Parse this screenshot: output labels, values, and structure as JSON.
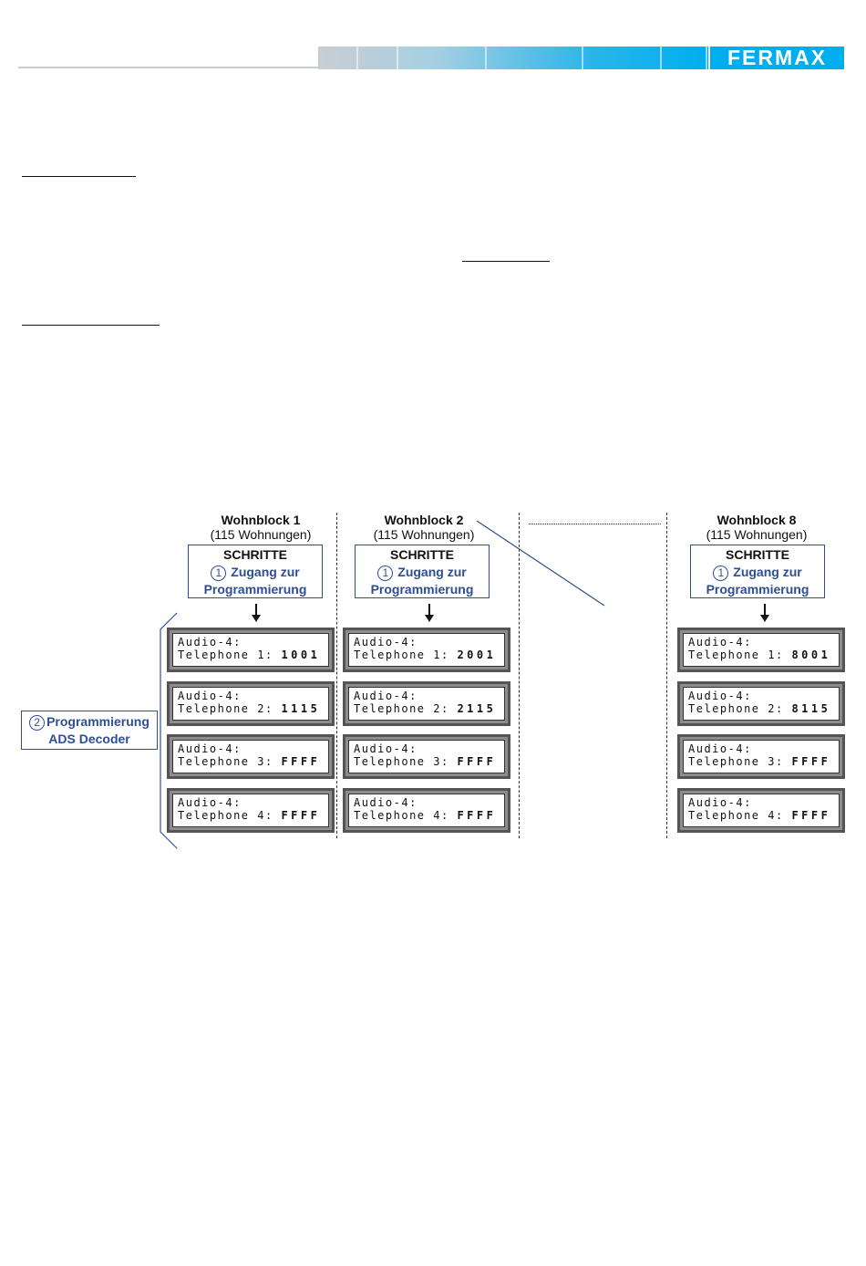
{
  "header": {
    "brand": "FERMAX"
  },
  "blocks": [
    {
      "title": "Wohnblock 1",
      "subtitle": "(115 Wohnungen)",
      "steps_label": "SCHRITTE",
      "step1_num": "1",
      "step1_line1": "Zugang zur",
      "step1_line2": "Programmierung",
      "panels": [
        {
          "line1": "Audio-4:",
          "label": "Telephone 1:",
          "value": "1001"
        },
        {
          "line1": "Audio-4:",
          "label": "Telephone 2:",
          "value": "1115"
        },
        {
          "line1": "Audio-4:",
          "label": "Telephone 3:",
          "value": "FFFF"
        },
        {
          "line1": "Audio-4:",
          "label": "Telephone 4:",
          "value": "FFFF"
        }
      ]
    },
    {
      "title": "Wohnblock 2",
      "subtitle": "(115 Wohnungen)",
      "steps_label": "SCHRITTE",
      "step1_num": "1",
      "step1_line1": "Zugang zur",
      "step1_line2": "Programmierung",
      "panels": [
        {
          "line1": "Audio-4:",
          "label": "Telephone 1:",
          "value": "2001"
        },
        {
          "line1": "Audio-4:",
          "label": "Telephone 2:",
          "value": "2115"
        },
        {
          "line1": "Audio-4:",
          "label": "Telephone 3:",
          "value": "FFFF"
        },
        {
          "line1": "Audio-4:",
          "label": "Telephone 4:",
          "value": "FFFF"
        }
      ]
    },
    {
      "title": "Wohnblock 8",
      "subtitle": "(115 Wohnungen)",
      "steps_label": "SCHRITTE",
      "step1_num": "1",
      "step1_line1": "Zugang zur",
      "step1_line2": "Programmierung",
      "panels": [
        {
          "line1": "Audio-4:",
          "label": "Telephone 1:",
          "value": "8001"
        },
        {
          "line1": "Audio-4:",
          "label": "Telephone 2:",
          "value": "8115"
        },
        {
          "line1": "Audio-4:",
          "label": "Telephone 3:",
          "value": "FFFF"
        },
        {
          "line1": "Audio-4:",
          "label": "Telephone 4:",
          "value": "FFFF"
        }
      ]
    }
  ],
  "step2": {
    "num": "2",
    "line1": "Programmierung",
    "line2": "ADS Decoder"
  },
  "colors": {
    "accent_blue": "#2e4e95",
    "brand_cyan": "#00aeef"
  }
}
